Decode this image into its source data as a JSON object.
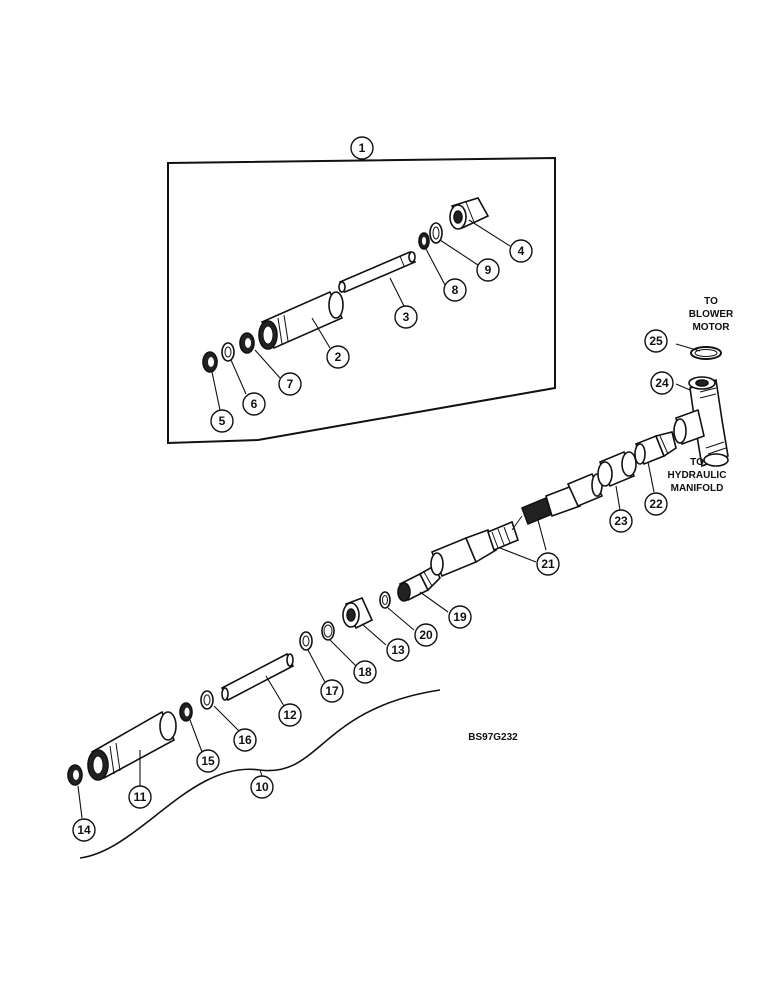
{
  "callouts": {
    "c1": "1",
    "c2": "2",
    "c3": "3",
    "c4": "4",
    "c5": "5",
    "c6": "6",
    "c7": "7",
    "c8": "8",
    "c9": "9",
    "c10": "10",
    "c11": "11",
    "c12": "12",
    "c13": "13",
    "c14": "14",
    "c15": "15",
    "c16": "16",
    "c17": "17",
    "c18": "18",
    "c19": "19",
    "c20": "20",
    "c21": "21",
    "c22": "22",
    "c23": "23",
    "c24": "24",
    "c25": "25"
  },
  "notes": {
    "blower_line1": "TO",
    "blower_line2": "BLOWER",
    "blower_line3": "MOTOR",
    "manifold_line1": "TO",
    "manifold_line2": "HYDRAULIC",
    "manifold_line3": "MANIFOLD"
  },
  "reference_code": "BS97G232"
}
